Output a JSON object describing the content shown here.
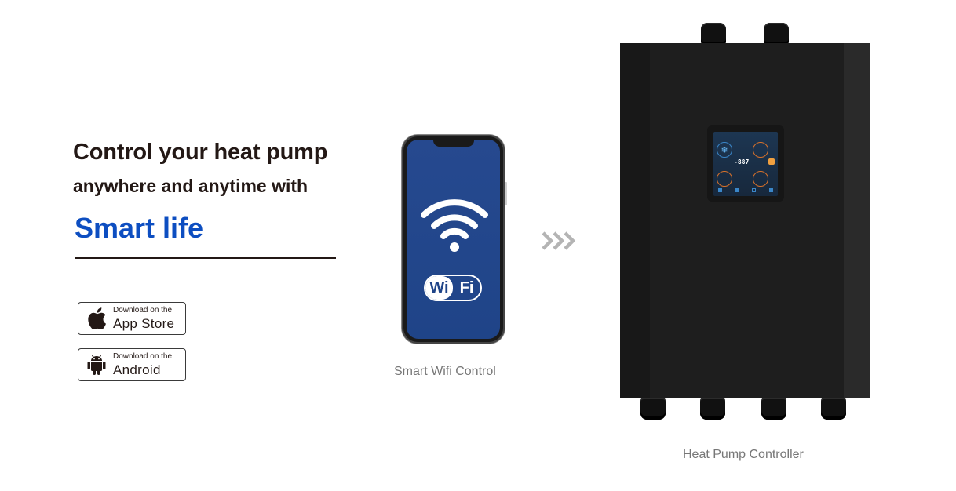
{
  "hero": {
    "headline_line1": "Control your heat pump",
    "headline_line2": "anywhere and anytime with",
    "brand": "Smart life",
    "brand_color": "#0d4ec1"
  },
  "downloads": [
    {
      "small": "Download on the",
      "big": "App Store",
      "icon": "apple-icon"
    },
    {
      "small": "Download on the",
      "big": "Android",
      "icon": "android-icon"
    }
  ],
  "phone": {
    "badge_left": "Wi",
    "badge_right": "Fi",
    "caption": "Smart Wifi Control"
  },
  "connector": {
    "glyph": "›››",
    "icon": "triple-chevron-right-icon"
  },
  "controller": {
    "display_reading": "-887",
    "caption": "Heat Pump Controller"
  }
}
